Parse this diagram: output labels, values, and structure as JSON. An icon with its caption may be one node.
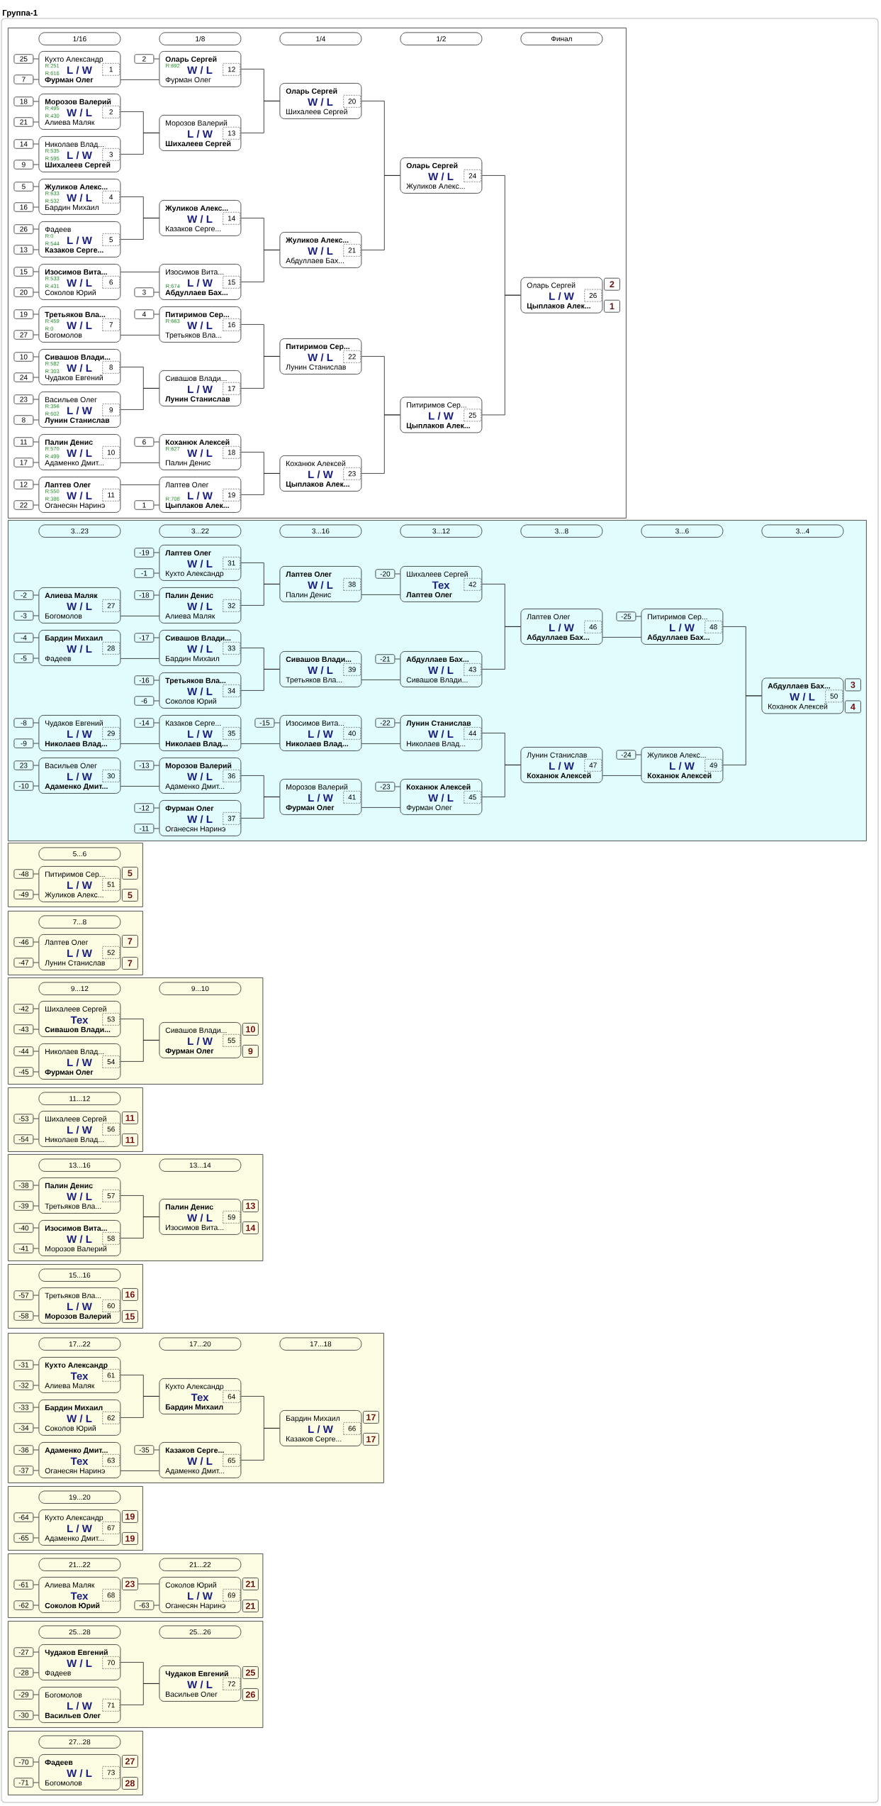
{
  "diagram": {
    "title": "Группа-1",
    "nodes": [
      {
        "text": [],
        "shape": "box"
      },
      {
        "text": [
          "1/16"
        ],
        "in": 0
      },
      {
        "text": [
          "1/8"
        ],
        "in": 0
      },
      {
        "text": [
          "1/4"
        ],
        "in": 0
      },
      {
        "text": [
          "1/2"
        ],
        "in": 0
      },
      {
        "text": [
          "Финал"
        ],
        "in": 0
      },
      {
        "text": [
          "25"
        ],
        "in": 0
      },
      {
        "text": [
          "7"
        ],
        "in": 0
      },
      {
        "text": [
          "Кухто Александр",
          "R:251",
          "L / W",
          "1",
          "R:616",
          "Фурман Олег"
        ],
        "in": 0
      },
      {
        "text": [
          "18"
        ],
        "in": 0
      },
      {
        "text": [
          "21"
        ],
        "in": 0
      },
      {
        "text": [
          "Морозов Валерий",
          "R:495",
          "W / L",
          "2",
          "R:430",
          "Алиева Маляк"
        ],
        "in": 0
      },
      {
        "text": [
          "14"
        ],
        "in": 0
      },
      {
        "text": [
          "9"
        ],
        "in": 0
      },
      {
        "text": [
          "Николаев Влад...",
          "R:535",
          "L / W",
          "3",
          "R:595",
          "Шихалеев Сергей"
        ],
        "in": 0
      },
      {
        "text": [
          "5"
        ],
        "in": 0
      },
      {
        "text": [
          "16"
        ],
        "in": 0
      },
      {
        "text": [
          "Жуликов Алекс...",
          "R:633",
          "W / L",
          "4",
          "R:532",
          "Бардин Михаил"
        ],
        "in": 0
      },
      {
        "text": [
          "26"
        ],
        "in": 0
      },
      {
        "text": [
          "13"
        ],
        "in": 0
      },
      {
        "text": [
          "Фадеев",
          "R:0",
          "L / W",
          "5",
          "R:544",
          "Казаков Серге..."
        ],
        "in": 0
      },
      {
        "text": [
          "15"
        ],
        "in": 0
      },
      {
        "text": [
          "20"
        ],
        "in": 0
      },
      {
        "text": [
          "Изосимов Вита...",
          "R:533",
          "W / L",
          "6",
          "R:431",
          "Соколов Юрий"
        ],
        "in": 0
      },
      {
        "text": [
          "19"
        ],
        "in": 0
      },
      {
        "text": [
          "27"
        ],
        "in": 0
      },
      {
        "text": [
          "Третьяков Вла...",
          "R:459",
          "W / L",
          "7",
          "R:0",
          "Богомолов"
        ],
        "in": 0
      },
      {
        "text": [
          "10"
        ],
        "in": 0
      },
      {
        "text": [
          "24"
        ],
        "in": 0
      },
      {
        "text": [
          "Сивашов Влади...",
          "R:582",
          "W / L",
          "8",
          "R:303",
          "Чудаков Евгений"
        ],
        "in": 0
      },
      {
        "text": [
          "23"
        ],
        "in": 0
      },
      {
        "text": [
          "8"
        ],
        "in": 0
      },
      {
        "text": [
          "Васильев Олег",
          "R:356",
          "L / W",
          "9",
          "R:602",
          "Лунин Станислав"
        ],
        "in": 0
      },
      {
        "text": [
          "11"
        ],
        "in": 0
      },
      {
        "text": [
          "17"
        ],
        "in": 0
      },
      {
        "text": [
          "Палин Денис",
          "R:570",
          "W / L",
          "10",
          "R:499",
          "Адаменко Дмит..."
        ],
        "in": 0
      },
      {
        "text": [
          "12"
        ],
        "in": 0
      },
      {
        "text": [
          "22"
        ],
        "in": 0
      },
      {
        "text": [
          "Лаптев Олег",
          "R:550",
          "W / L",
          "11",
          "R:386",
          "Оганесян Наринэ"
        ],
        "in": 0
      },
      {
        "text": [
          "2"
        ],
        "in": 0
      },
      {
        "text": [
          "Оларь Сергей",
          "R:692",
          "W / L",
          "12",
          "Фурман Олег"
        ],
        "in": 0
      },
      {
        "text": [
          "Морозов Валерий",
          "L / W",
          "13",
          "Шихалеев Сергей"
        ],
        "in": 0
      },
      {
        "text": [
          "Жуликов Алекс...",
          "W / L",
          "14",
          "Казаков Серге..."
        ],
        "in": 0
      },
      {
        "text": [
          "3"
        ],
        "in": 0
      },
      {
        "text": [
          "Изосимов Вита...",
          "L / W",
          "15",
          "R:674",
          "Абдуллаев Бах..."
        ],
        "in": 0
      },
      {
        "text": [
          "4"
        ],
        "in": 0
      },
      {
        "text": [
          "Питиримов Сер...",
          "R:663",
          "W / L",
          "16",
          "Третьяков Вла..."
        ],
        "in": 0
      },
      {
        "text": [
          "Сивашов Влади...",
          "L / W",
          "17",
          "Лунин Станислав"
        ],
        "in": 0
      },
      {
        "text": [
          "6"
        ],
        "in": 0
      },
      {
        "text": [
          "Коханюк Алексей",
          "R:627",
          "W / L",
          "18",
          "Палин Денис"
        ],
        "in": 0
      },
      {
        "text": [
          "1"
        ],
        "in": 0
      },
      {
        "text": [
          "Лаптев Олег",
          "L / W",
          "19",
          "R:708",
          "Цыплаков Алек..."
        ],
        "in": 0
      },
      {
        "text": [
          "Оларь Сергей",
          "W / L",
          "20",
          "Шихалеев Сергей"
        ],
        "in": 0
      },
      {
        "text": [
          "Жуликов Алекс...",
          "W / L",
          "21",
          "Абдуллаев Бах..."
        ],
        "in": 0
      },
      {
        "text": [
          "Питиримов Сер...",
          "W / L",
          "22",
          "Лунин Станислав"
        ],
        "in": 0
      },
      {
        "text": [
          "Коханюк Алексей",
          "L / W",
          "23",
          "Цыплаков Алек..."
        ],
        "in": 0
      },
      {
        "text": [
          "Оларь Сергей",
          "W / L",
          "24",
          "Жуликов Алекс..."
        ],
        "in": 0
      },
      {
        "text": [
          "Питиримов Сер...",
          "L / W",
          "25",
          "Цыплаков Алек..."
        ],
        "in": 0
      },
      {
        "text": [
          "Оларь Сергей",
          "L / W",
          "26",
          "Цыплаков Алек..."
        ],
        "in": 0
      },
      {
        "text": [
          "2"
        ],
        "in": 0
      },
      {
        "text": [
          "1"
        ],
        "in": 0
      },
      {
        "text": [],
        "shape": "box"
      },
      {
        "text": [
          "3...23"
        ],
        "in": 61
      },
      {
        "text": [
          "3...22"
        ],
        "in": 61
      },
      {
        "text": [
          "3...16"
        ],
        "in": 61
      },
      {
        "text": [
          "3...12"
        ],
        "in": 61
      },
      {
        "text": [
          "3...8"
        ],
        "in": 61
      },
      {
        "text": [
          "3...6"
        ],
        "in": 61
      },
      {
        "text": [
          "3...4"
        ],
        "in": 61
      },
      {
        "text": [
          "-2"
        ],
        "in": 61
      },
      {
        "text": [
          "-3"
        ],
        "in": 61
      },
      {
        "text": [
          "Алиева Маляк",
          "W / L",
          "27",
          "Богомолов"
        ],
        "in": 61
      },
      {
        "text": [
          "-4"
        ],
        "in": 61
      },
      {
        "text": [
          "-5"
        ],
        "in": 61
      },
      {
        "text": [
          "Бардин Михаил",
          "W / L",
          "28",
          "Фадеев"
        ],
        "in": 61
      },
      {
        "text": [
          "-8"
        ],
        "in": 61
      },
      {
        "text": [
          "-9"
        ],
        "in": 61
      },
      {
        "text": [
          "Чудаков Евгений",
          "L / W",
          "29",
          "Николаев Влад..."
        ],
        "in": 61
      },
      {
        "text": [
          "23"
        ],
        "in": 61
      },
      {
        "text": [
          "-10"
        ],
        "in": 61
      },
      {
        "text": [
          "Васильев Олег",
          "L / W",
          "30",
          "Адаменко Дмит..."
        ],
        "in": 61
      },
      {
        "text": [
          "-19"
        ],
        "in": 61
      },
      {
        "text": [
          "-1"
        ],
        "in": 61
      },
      {
        "text": [
          "Лаптев Олег",
          "W / L",
          "31",
          "Кухто Александр"
        ],
        "in": 61
      },
      {
        "text": [
          "-18"
        ],
        "in": 61
      },
      {
        "text": [
          "Палин Денис",
          "W / L",
          "32",
          "Алиева Маляк"
        ],
        "in": 61
      },
      {
        "text": [
          "-17"
        ],
        "in": 61
      },
      {
        "text": [
          "Сивашов Влади...",
          "W / L",
          "33",
          "Бардин Михаил"
        ],
        "in": 61
      },
      {
        "text": [
          "-16"
        ],
        "in": 61
      },
      {
        "text": [
          "-6"
        ],
        "in": 61
      },
      {
        "text": [
          "Третьяков Вла...",
          "W / L",
          "34",
          "Соколов Юрий"
        ],
        "in": 61
      },
      {
        "text": [
          "-14"
        ],
        "in": 61
      },
      {
        "text": [
          "Казаков Серге...",
          "L / W",
          "35",
          "Николаев Влад..."
        ],
        "in": 61
      },
      {
        "text": [
          "-13"
        ],
        "in": 61
      },
      {
        "text": [
          "Морозов Валерий",
          "W / L",
          "36",
          "Адаменко Дмит..."
        ],
        "in": 61
      },
      {
        "text": [
          "-12"
        ],
        "in": 61
      },
      {
        "text": [
          "-11"
        ],
        "in": 61
      },
      {
        "text": [
          "Фурман Олег",
          "W / L",
          "37",
          "Оганесян Наринэ"
        ],
        "in": 61
      },
      {
        "text": [
          "Лаптев Олег",
          "W / L",
          "38",
          "Палин Денис"
        ],
        "in": 61
      },
      {
        "text": [
          "Сивашов Влади...",
          "W / L",
          "39",
          "Третьяков Вла..."
        ],
        "in": 61
      },
      {
        "text": [
          "-15"
        ],
        "in": 61
      },
      {
        "text": [
          "Изосимов Вита...",
          "L / W",
          "40",
          "Николаев Влад..."
        ],
        "in": 61
      },
      {
        "text": [
          "Морозов Валерий",
          "L / W",
          "41",
          "Фурман Олег"
        ],
        "in": 61
      },
      {
        "text": [
          "-20"
        ],
        "in": 61
      },
      {
        "text": [
          "Шихалеев Сергей",
          "Тех",
          "42",
          "Лаптев Олег"
        ],
        "in": 61
      },
      {
        "text": [
          "-21"
        ],
        "in": 61
      },
      {
        "text": [
          "Абдуллаев Бах...",
          "W / L",
          "43",
          "Сивашов Влади..."
        ],
        "in": 61
      },
      {
        "text": [
          "-22"
        ],
        "in": 61
      },
      {
        "text": [
          "Лунин Станислав",
          "W / L",
          "44",
          "Николаев Влад..."
        ],
        "in": 61
      },
      {
        "text": [
          "-23"
        ],
        "in": 61
      },
      {
        "text": [
          "Коханюк Алексей",
          "W / L",
          "45",
          "Фурман Олег"
        ],
        "in": 61
      },
      {
        "text": [
          "Лаптев Олег",
          "L / W",
          "46",
          "Абдуллаев Бах..."
        ],
        "in": 61
      },
      {
        "text": [
          "Лунин Станислав",
          "L / W",
          "47",
          "Коханюк Алексей"
        ],
        "in": 61
      },
      {
        "text": [
          "-25"
        ],
        "in": 61
      },
      {
        "text": [
          "Питиримов Сер...",
          "L / W",
          "48",
          "Абдуллаев Бах..."
        ],
        "in": 61
      },
      {
        "text": [
          "-24"
        ],
        "in": 61
      },
      {
        "text": [
          "Жуликов Алекс...",
          "L / W",
          "49",
          "Коханюк Алексей"
        ],
        "in": 61
      },
      {
        "text": [
          "Абдуллаев Бах...",
          "W / L",
          "50",
          "Коханюк Алексей"
        ],
        "in": 61
      },
      {
        "text": [
          "3"
        ],
        "in": 61
      },
      {
        "text": [
          "4"
        ],
        "in": 61
      },
      {
        "text": [],
        "shape": "box"
      },
      {
        "text": [
          "5...6"
        ],
        "in": 120
      },
      {
        "text": [
          "-48"
        ],
        "in": 120
      },
      {
        "text": [
          "-49"
        ],
        "in": 120
      },
      {
        "text": [
          "Питиримов Сер...",
          "L / W",
          "51",
          "Жуликов Алекс..."
        ],
        "in": 120
      },
      {
        "text": [
          "5"
        ],
        "in": 120
      },
      {
        "text": [
          "5"
        ],
        "in": 120
      },
      {
        "text": [],
        "shape": "box"
      },
      {
        "text": [
          "7...8"
        ],
        "in": 127
      },
      {
        "text": [
          "-46"
        ],
        "in": 127
      },
      {
        "text": [
          "-47"
        ],
        "in": 127
      },
      {
        "text": [
          "Лаптев Олег",
          "L / W",
          "52",
          "Лунин Станислав"
        ],
        "in": 127
      },
      {
        "text": [
          "7"
        ],
        "in": 127
      },
      {
        "text": [
          "7"
        ],
        "in": 127
      },
      {
        "text": [],
        "shape": "box"
      },
      {
        "text": [
          "9...12"
        ],
        "in": 134
      },
      {
        "text": [
          "9...10"
        ],
        "in": 134
      },
      {
        "text": [
          "-42"
        ],
        "in": 134
      },
      {
        "text": [
          "-43"
        ],
        "in": 134
      },
      {
        "text": [
          "Шихалеев Сергей",
          "Тех",
          "53",
          "Сивашов Влади..."
        ],
        "in": 134
      },
      {
        "text": [
          "-44"
        ],
        "in": 134
      },
      {
        "text": [
          "-45"
        ],
        "in": 134
      },
      {
        "text": [
          "Николаев Влад...",
          "L / W",
          "54",
          "Фурман Олег"
        ],
        "in": 134
      },
      {
        "text": [
          "Сивашов Влади...",
          "L / W",
          "55",
          "Фурман Олег"
        ],
        "in": 134
      },
      {
        "text": [
          "10"
        ],
        "in": 134
      },
      {
        "text": [
          "9"
        ],
        "in": 134
      },
      {
        "text": [],
        "shape": "box"
      },
      {
        "text": [
          "11...12"
        ],
        "in": 146
      },
      {
        "text": [
          "-53"
        ],
        "in": 146
      },
      {
        "text": [
          "-54"
        ],
        "in": 146
      },
      {
        "text": [
          "Шихалеев Сергей",
          "L / W",
          "56",
          "Николаев Влад..."
        ],
        "in": 146
      },
      {
        "text": [
          "11"
        ],
        "in": 146
      },
      {
        "text": [
          "11"
        ],
        "in": 146
      },
      {
        "text": [],
        "shape": "box"
      },
      {
        "text": [
          "13...16"
        ],
        "in": 153
      },
      {
        "text": [
          "13...14"
        ],
        "in": 153
      },
      {
        "text": [
          "-38"
        ],
        "in": 153
      },
      {
        "text": [
          "-39"
        ],
        "in": 153
      },
      {
        "text": [
          "Палин Денис",
          "W / L",
          "57",
          "Третьяков Вла..."
        ],
        "in": 153
      },
      {
        "text": [
          "-40"
        ],
        "in": 153
      },
      {
        "text": [
          "-41"
        ],
        "in": 153
      },
      {
        "text": [
          "Изосимов Вита...",
          "W / L",
          "58",
          "Морозов Валерий"
        ],
        "in": 153
      },
      {
        "text": [
          "Палин Денис",
          "W / L",
          "59",
          "Изосимов Вита..."
        ],
        "in": 153
      },
      {
        "text": [
          "13"
        ],
        "in": 153
      },
      {
        "text": [
          "14"
        ],
        "in": 153
      },
      {
        "text": [],
        "shape": "box"
      },
      {
        "text": [
          "15...16"
        ],
        "in": 165
      },
      {
        "text": [
          "-57"
        ],
        "in": 165
      },
      {
        "text": [
          "-58"
        ],
        "in": 165
      },
      {
        "text": [
          "Третьяков Вла...",
          "L / W",
          "60",
          "Морозов Валерий"
        ],
        "in": 165
      },
      {
        "text": [
          "16"
        ],
        "in": 165
      },
      {
        "text": [
          "15"
        ],
        "in": 165
      },
      {
        "text": [],
        "shape": "box"
      },
      {
        "text": [
          "17...22"
        ],
        "in": 172
      },
      {
        "text": [
          "17...20"
        ],
        "in": 172
      },
      {
        "text": [
          "17...18"
        ],
        "in": 172
      },
      {
        "text": [
          "-31"
        ],
        "in": 172
      },
      {
        "text": [
          "-32"
        ],
        "in": 172
      },
      {
        "text": [
          "Кухто Александр",
          "Тех",
          "61",
          "Алиева Маляк"
        ],
        "in": 172
      },
      {
        "text": [
          "-33"
        ],
        "in": 172
      },
      {
        "text": [
          "-34"
        ],
        "in": 172
      },
      {
        "text": [
          "Бардин Михаил",
          "W / L",
          "62",
          "Соколов Юрий"
        ],
        "in": 172
      },
      {
        "text": [
          "-36"
        ],
        "in": 172
      },
      {
        "text": [
          "-37"
        ],
        "in": 172
      },
      {
        "text": [
          "Адаменко Дмит...",
          "Тех",
          "63",
          "Оганесян Наринэ"
        ],
        "in": 172
      },
      {
        "text": [
          "Кухто Александр",
          "Тех",
          "64",
          "Бардин Михаил"
        ],
        "in": 172
      },
      {
        "text": [
          "-35"
        ],
        "in": 172
      },
      {
        "text": [
          "Казаков Серге...",
          "W / L",
          "65",
          "Адаменко Дмит..."
        ],
        "in": 172
      },
      {
        "text": [
          "Бардин Михаил",
          "L / W",
          "66",
          "Казаков Серге..."
        ],
        "in": 172
      },
      {
        "text": [
          "17"
        ],
        "in": 172
      },
      {
        "text": [
          "17"
        ],
        "in": 172
      },
      {
        "text": [],
        "shape": "box"
      },
      {
        "text": [
          "19...20"
        ],
        "in": 191
      },
      {
        "text": [
          "-64"
        ],
        "in": 191
      },
      {
        "text": [
          "-65"
        ],
        "in": 191
      },
      {
        "text": [
          "Кухто Александр",
          "L / W",
          "67",
          "Адаменко Дмит..."
        ],
        "in": 191
      },
      {
        "text": [
          "19"
        ],
        "in": 191
      },
      {
        "text": [
          "19"
        ],
        "in": 191
      },
      {
        "text": [],
        "shape": "box"
      },
      {
        "text": [
          "21...22"
        ],
        "in": 198
      },
      {
        "text": [
          "21...22"
        ],
        "in": 198
      },
      {
        "text": [
          "-61"
        ],
        "in": 198
      },
      {
        "text": [
          "-62"
        ],
        "in": 198
      },
      {
        "text": [
          "Алиева Маляк",
          "Тех",
          "68",
          "Соколов Юрий"
        ],
        "in": 198
      },
      {
        "text": [
          "23"
        ],
        "in": 198
      },
      {
        "text": [
          "-63"
        ],
        "in": 198
      },
      {
        "text": [
          "Соколов Юрий",
          "L / W",
          "69",
          "Оганесян Наринэ"
        ],
        "in": 198
      },
      {
        "text": [
          "21"
        ],
        "in": 198
      },
      {
        "text": [
          "21"
        ],
        "in": 198
      },
      {
        "text": [],
        "shape": "box"
      },
      {
        "text": [
          "25...28"
        ],
        "in": 209
      },
      {
        "text": [
          "25...26"
        ],
        "in": 209
      },
      {
        "text": [
          "-27"
        ],
        "in": 209
      },
      {
        "text": [
          "-28"
        ],
        "in": 209
      },
      {
        "text": [
          "Чудаков Евгений",
          "W / L",
          "70",
          "Фадеев"
        ],
        "in": 209
      },
      {
        "text": [
          "-29"
        ],
        "in": 209
      },
      {
        "text": [
          "-30"
        ],
        "in": 209
      },
      {
        "text": [
          "Богомолов",
          "L / W",
          "71",
          "Васильев Олег"
        ],
        "in": 209
      },
      {
        "text": [
          "Чудаков Евгений",
          "W / L",
          "72",
          "Васильев Олег"
        ],
        "in": 209
      },
      {
        "text": [
          "25"
        ],
        "in": 209
      },
      {
        "text": [
          "26"
        ],
        "in": 209
      },
      {
        "text": [],
        "shape": "box"
      },
      {
        "text": [
          "27...28"
        ],
        "in": 221
      },
      {
        "text": [
          "-70"
        ],
        "in": 221
      },
      {
        "text": [
          "-71"
        ],
        "in": 221
      },
      {
        "text": [
          "Фадеев",
          "W / L",
          "73",
          "Богомолов"
        ],
        "in": 221
      },
      {
        "text": [
          "27"
        ],
        "in": 221
      },
      {
        "text": [
          "28"
        ],
        "in": 221
      }
    ],
    "edges": [
      {
        "from": 6,
        "to": 8,
        "arrow": "none"
      },
      {
        "from": 7,
        "to": 8,
        "arrow": "none"
      },
      {
        "from": 9,
        "to": 11,
        "arrow": "none"
      },
      {
        "from": 10,
        "to": 11,
        "arrow": "none"
      },
      {
        "from": 12,
        "to": 14,
        "arrow": "none"
      },
      {
        "from": 13,
        "to": 14,
        "arrow": "none"
      },
      {
        "from": 15,
        "to": 17,
        "arrow": "none"
      },
      {
        "from": 16,
        "to": 17,
        "arrow": "none"
      },
      {
        "from": 18,
        "to": 20,
        "arrow": "none"
      },
      {
        "from": 19,
        "to": 20,
        "arrow": "none"
      },
      {
        "from": 21,
        "to": 23,
        "arrow": "none"
      },
      {
        "from": 22,
        "to": 23,
        "arrow": "none"
      },
      {
        "from": 24,
        "to": 26,
        "arrow": "none"
      },
      {
        "from": 25,
        "to": 26,
        "arrow": "none"
      },
      {
        "from": 27,
        "to": 29,
        "arrow": "none"
      },
      {
        "from": 28,
        "to": 29,
        "arrow": "none"
      },
      {
        "from": 30,
        "to": 32,
        "arrow": "none"
      },
      {
        "from": 31,
        "to": 32,
        "arrow": "none"
      },
      {
        "from": 33,
        "to": 35,
        "arrow": "none"
      },
      {
        "from": 34,
        "to": 35,
        "arrow": "none"
      },
      {
        "from": 36,
        "to": 38,
        "arrow": "none"
      },
      {
        "from": 37,
        "to": 38,
        "arrow": "none"
      },
      {
        "from": 39,
        "to": 40,
        "arrow": "none"
      },
      {
        "from": 8,
        "to": 40,
        "arrow": "none"
      },
      {
        "from": 11,
        "to": 41,
        "arrow": "none"
      },
      {
        "from": 14,
        "to": 41,
        "arrow": "none"
      },
      {
        "from": 17,
        "to": 42,
        "arrow": "none"
      },
      {
        "from": 20,
        "to": 42,
        "arrow": "none"
      },
      {
        "from": 43,
        "to": 44,
        "arrow": "none"
      },
      {
        "from": 23,
        "to": 44,
        "arrow": "none"
      },
      {
        "from": 45,
        "to": 46,
        "arrow": "none"
      },
      {
        "from": 26,
        "to": 46,
        "arrow": "none"
      },
      {
        "from": 29,
        "to": 47,
        "arrow": "none"
      },
      {
        "from": 32,
        "to": 47,
        "arrow": "none"
      },
      {
        "from": 48,
        "to": 49,
        "arrow": "none"
      },
      {
        "from": 35,
        "to": 49,
        "arrow": "none"
      },
      {
        "from": 50,
        "to": 51,
        "arrow": "none"
      },
      {
        "from": 38,
        "to": 51,
        "arrow": "none"
      },
      {
        "from": 40,
        "to": 52,
        "arrow": "none"
      },
      {
        "from": 41,
        "to": 52,
        "arrow": "none"
      },
      {
        "from": 42,
        "to": 53,
        "arrow": "none"
      },
      {
        "from": 44,
        "to": 53,
        "arrow": "none"
      },
      {
        "from": 46,
        "to": 54,
        "arrow": "none"
      },
      {
        "from": 47,
        "to": 54,
        "arrow": "none"
      },
      {
        "from": 49,
        "to": 55,
        "arrow": "none"
      },
      {
        "from": 51,
        "to": 55,
        "arrow": "none"
      },
      {
        "from": 52,
        "to": 56,
        "arrow": "none"
      },
      {
        "from": 53,
        "to": 56,
        "arrow": "none"
      },
      {
        "from": 54,
        "to": 57,
        "arrow": "none"
      },
      {
        "from": 55,
        "to": 57,
        "arrow": "none"
      },
      {
        "from": 56,
        "to": 58,
        "arrow": "none"
      },
      {
        "from": 57,
        "to": 58,
        "arrow": "none"
      },
      {
        "from": 69,
        "to": 71,
        "arrow": "none"
      },
      {
        "from": 70,
        "to": 71,
        "arrow": "none"
      },
      {
        "from": 72,
        "to": 74,
        "arrow": "none"
      },
      {
        "from": 73,
        "to": 74,
        "arrow": "none"
      },
      {
        "from": 75,
        "to": 77,
        "arrow": "none"
      },
      {
        "from": 76,
        "to": 77,
        "arrow": "none"
      },
      {
        "from": 78,
        "to": 80,
        "arrow": "none"
      },
      {
        "from": 79,
        "to": 80,
        "arrow": "none"
      },
      {
        "from": 81,
        "to": 83,
        "arrow": "none"
      },
      {
        "from": 82,
        "to": 83,
        "arrow": "none"
      },
      {
        "from": 84,
        "to": 85,
        "arrow": "none"
      },
      {
        "from": 71,
        "to": 85,
        "arrow": "none"
      },
      {
        "from": 86,
        "to": 87,
        "arrow": "none"
      },
      {
        "from": 74,
        "to": 87,
        "arrow": "none"
      },
      {
        "from": 88,
        "to": 90,
        "arrow": "none"
      },
      {
        "from": 89,
        "to": 90,
        "arrow": "none"
      },
      {
        "from": 91,
        "to": 92,
        "arrow": "none"
      },
      {
        "from": 77,
        "to": 92,
        "arrow": "none"
      },
      {
        "from": 93,
        "to": 94,
        "arrow": "none"
      },
      {
        "from": 80,
        "to": 94,
        "arrow": "none"
      },
      {
        "from": 95,
        "to": 97,
        "arrow": "none"
      },
      {
        "from": 96,
        "to": 97,
        "arrow": "none"
      },
      {
        "from": 83,
        "to": 98,
        "arrow": "none"
      },
      {
        "from": 85,
        "to": 98,
        "arrow": "none"
      },
      {
        "from": 87,
        "to": 99,
        "arrow": "none"
      },
      {
        "from": 90,
        "to": 99,
        "arrow": "none"
      },
      {
        "from": 100,
        "to": 101,
        "arrow": "none"
      },
      {
        "from": 92,
        "to": 101,
        "arrow": "none"
      },
      {
        "from": 94,
        "to": 102,
        "arrow": "none"
      },
      {
        "from": 97,
        "to": 102,
        "arrow": "none"
      },
      {
        "from": 103,
        "to": 104,
        "arrow": "none"
      },
      {
        "from": 98,
        "to": 104,
        "arrow": "none"
      },
      {
        "from": 105,
        "to": 106,
        "arrow": "none"
      },
      {
        "from": 99,
        "to": 106,
        "arrow": "none"
      },
      {
        "from": 107,
        "to": 108,
        "arrow": "none"
      },
      {
        "from": 101,
        "to": 108,
        "arrow": "none"
      },
      {
        "from": 109,
        "to": 110,
        "arrow": "none"
      },
      {
        "from": 102,
        "to": 110,
        "arrow": "none"
      },
      {
        "from": 104,
        "to": 111,
        "arrow": "none"
      },
      {
        "from": 106,
        "to": 111,
        "arrow": "none"
      },
      {
        "from": 108,
        "to": 112,
        "arrow": "none"
      },
      {
        "from": 110,
        "to": 112,
        "arrow": "none"
      },
      {
        "from": 113,
        "to": 114,
        "arrow": "none"
      },
      {
        "from": 111,
        "to": 114,
        "arrow": "none"
      },
      {
        "from": 115,
        "to": 116,
        "arrow": "none"
      },
      {
        "from": 112,
        "to": 116,
        "arrow": "none"
      },
      {
        "from": 114,
        "to": 117,
        "arrow": "none"
      },
      {
        "from": 116,
        "to": 117,
        "arrow": "none"
      },
      {
        "from": 122,
        "to": 124,
        "arrow": "none"
      },
      {
        "from": 123,
        "to": 124,
        "arrow": "none"
      },
      {
        "from": 129,
        "to": 131,
        "arrow": "none"
      },
      {
        "from": 130,
        "to": 131,
        "arrow": "none"
      },
      {
        "from": 137,
        "to": 139,
        "arrow": "none"
      },
      {
        "from": 138,
        "to": 139,
        "arrow": "none"
      },
      {
        "from": 140,
        "to": 142,
        "arrow": "none"
      },
      {
        "from": 141,
        "to": 142,
        "arrow": "none"
      },
      {
        "from": 139,
        "to": 143,
        "arrow": "none"
      },
      {
        "from": 142,
        "to": 143,
        "arrow": "none"
      },
      {
        "from": 148,
        "to": 150,
        "arrow": "none"
      },
      {
        "from": 149,
        "to": 150,
        "arrow": "none"
      },
      {
        "from": 156,
        "to": 158,
        "arrow": "none"
      },
      {
        "from": 157,
        "to": 158,
        "arrow": "none"
      },
      {
        "from": 159,
        "to": 161,
        "arrow": "none"
      },
      {
        "from": 160,
        "to": 161,
        "arrow": "none"
      },
      {
        "from": 158,
        "to": 162,
        "arrow": "none"
      },
      {
        "from": 161,
        "to": 162,
        "arrow": "none"
      },
      {
        "from": 167,
        "to": 169,
        "arrow": "none"
      },
      {
        "from": 168,
        "to": 169,
        "arrow": "none"
      },
      {
        "from": 176,
        "to": 178,
        "arrow": "none"
      },
      {
        "from": 177,
        "to": 178,
        "arrow": "none"
      },
      {
        "from": 179,
        "to": 181,
        "arrow": "none"
      },
      {
        "from": 180,
        "to": 181,
        "arrow": "none"
      },
      {
        "from": 182,
        "to": 184,
        "arrow": "none"
      },
      {
        "from": 183,
        "to": 184,
        "arrow": "none"
      },
      {
        "from": 178,
        "to": 185,
        "arrow": "none"
      },
      {
        "from": 181,
        "to": 185,
        "arrow": "none"
      },
      {
        "from": 186,
        "to": 187,
        "arrow": "none"
      },
      {
        "from": 184,
        "to": 187,
        "arrow": "none"
      },
      {
        "from": 185,
        "to": 188,
        "arrow": "none"
      },
      {
        "from": 187,
        "to": 188,
        "arrow": "none"
      },
      {
        "from": 193,
        "to": 195,
        "arrow": "none"
      },
      {
        "from": 194,
        "to": 195,
        "arrow": "none"
      },
      {
        "from": 201,
        "to": 203,
        "arrow": "none"
      },
      {
        "from": 202,
        "to": 203,
        "arrow": "none"
      },
      {
        "from": 204,
        "to": 206,
        "arrow": "none"
      },
      {
        "from": 205,
        "to": 206,
        "arrow": "none"
      },
      {
        "from": 212,
        "to": 214,
        "arrow": "none"
      },
      {
        "from": 213,
        "to": 214,
        "arrow": "none"
      },
      {
        "from": 215,
        "to": 217,
        "arrow": "none"
      },
      {
        "from": 216,
        "to": 217,
        "arrow": "none"
      },
      {
        "from": 214,
        "to": 218,
        "arrow": "none"
      },
      {
        "from": 217,
        "to": 218,
        "arrow": "none"
      },
      {
        "from": 223,
        "to": 225,
        "arrow": "none"
      },
      {
        "from": 224,
        "to": 225,
        "arrow": "none"
      }
    ]
  }
}
